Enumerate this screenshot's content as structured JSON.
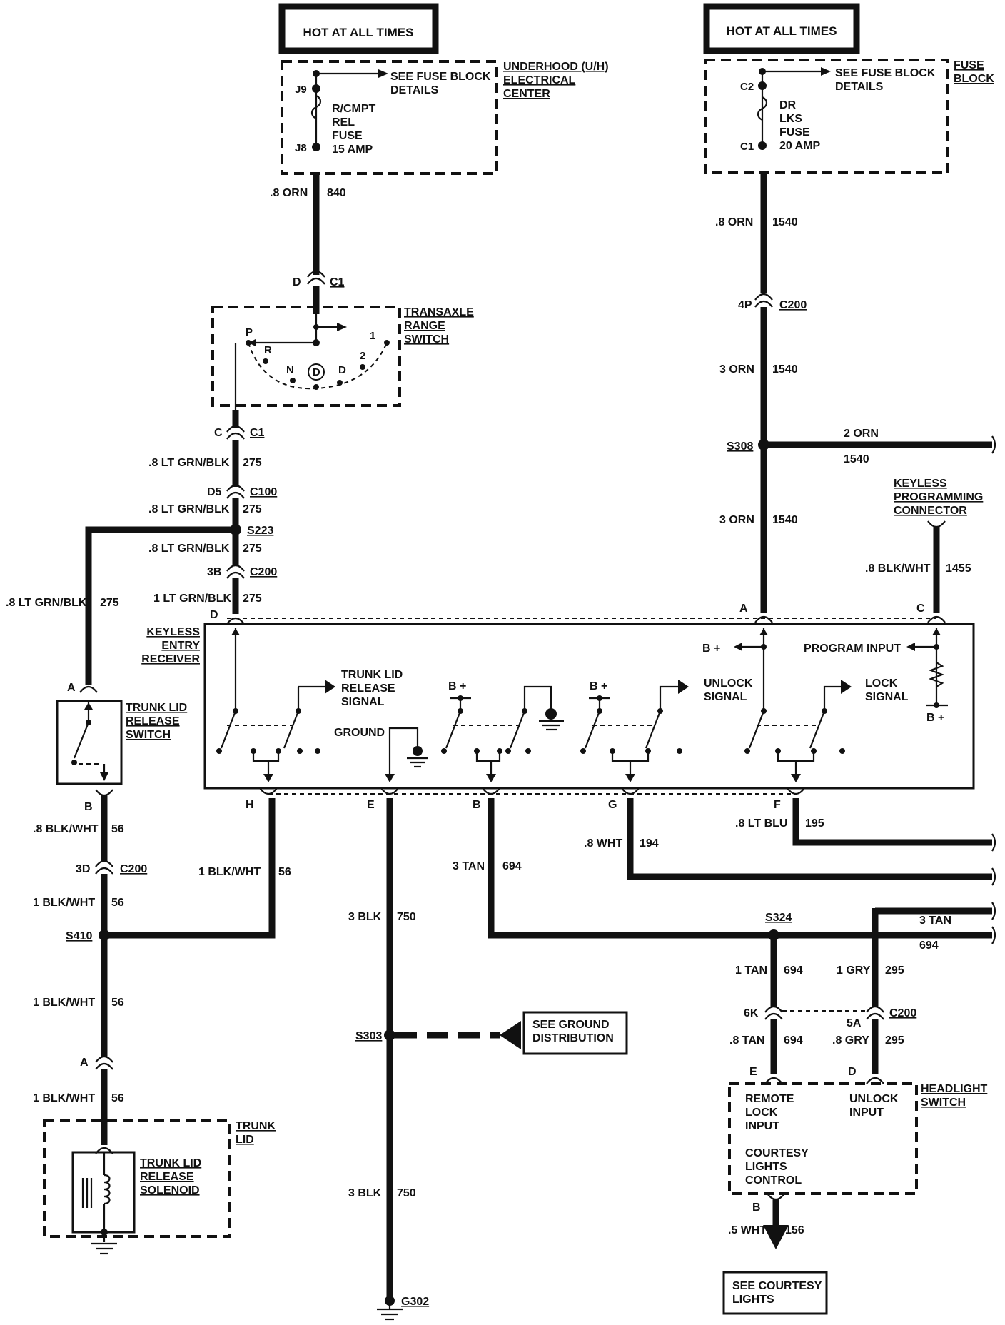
{
  "hot_boxes": [
    "HOT AT ALL TIMES",
    "HOT AT ALL TIMES"
  ],
  "uh_center": {
    "name": [
      "UNDERHOOD (U/H)",
      "ELECTRICAL",
      "CENTER"
    ],
    "see": [
      "SEE FUSE BLOCK",
      "DETAILS"
    ],
    "terms": [
      "J9",
      "J8"
    ],
    "fuse": [
      "R/CMPT",
      "REL",
      "FUSE",
      "15 AMP"
    ]
  },
  "fuse_block": {
    "name": [
      "FUSE",
      "BLOCK"
    ],
    "see": [
      "SEE FUSE BLOCK",
      "DETAILS"
    ],
    "terms": [
      "C2",
      "C1"
    ],
    "fuse": [
      "DR",
      "LKS",
      "FUSE",
      "20 AMP"
    ]
  },
  "transaxle": {
    "name": [
      "TRANSAXLE",
      "RANGE",
      "SWITCH"
    ],
    "positions": [
      "P",
      "R",
      "N",
      "D",
      "D",
      "2",
      "1"
    ]
  },
  "receiver": {
    "name": [
      "KEYLESS",
      "ENTRY",
      "RECEIVER"
    ],
    "trunk_signal": [
      "TRUNK LID",
      "RELEASE",
      "SIGNAL"
    ],
    "ground": "GROUND",
    "bplus": [
      "B +",
      "B +",
      "B +",
      "B +"
    ],
    "unlock_signal": [
      "UNLOCK",
      "SIGNAL"
    ],
    "lock_signal": [
      "LOCK",
      "SIGNAL"
    ],
    "program_input": "PROGRAM INPUT"
  },
  "keyless_prog": [
    "KEYLESS",
    "PROGRAMMING",
    "CONNECTOR"
  ],
  "trunk_switch": [
    "TRUNK LID",
    "RELEASE",
    "SWITCH"
  ],
  "trunk_lid": [
    "TRUNK",
    "LID"
  ],
  "solenoid": [
    "TRUNK LID",
    "RELEASE",
    "SOLENOID"
  ],
  "ground_dist": [
    "SEE GROUND",
    "DISTRIBUTION"
  ],
  "headlight": {
    "name": [
      "HEADLIGHT",
      "SWITCH"
    ],
    "remote": [
      "REMOTE",
      "LOCK",
      "INPUT"
    ],
    "unlock": [
      "UNLOCK",
      "INPUT"
    ],
    "courtesy": [
      "COURTESY",
      "LIGHTS",
      "CONTROL"
    ]
  },
  "see_courtesy": [
    "SEE COURTESY",
    "LIGHTS"
  ],
  "wires": {
    "w840": [
      ".8 ORN",
      "840"
    ],
    "w275a": [
      ".8 LT GRN/BLK",
      "275"
    ],
    "w275b": [
      ".8 LT GRN/BLK",
      "275"
    ],
    "w275c": [
      ".8 LT GRN/BLK",
      "275"
    ],
    "w275d": [
      "1 LT GRN/BLK",
      "275"
    ],
    "w275e": [
      ".8 LT GRN/BLK",
      "275"
    ],
    "w1540a": [
      ".8 ORN",
      "1540"
    ],
    "w1540b": [
      "3 ORN",
      "1540"
    ],
    "w1540c": [
      "3 ORN",
      "1540"
    ],
    "w1540d": [
      "2 ORN",
      "1540"
    ],
    "w1455": [
      ".8 BLK/WHT",
      "1455"
    ],
    "w56a": [
      ".8 BLK/WHT",
      "56"
    ],
    "w56b": [
      "1 BLK/WHT",
      "56"
    ],
    "w56c": [
      "1 BLK/WHT",
      "56"
    ],
    "w56d": [
      "1 BLK/WHT",
      "56"
    ],
    "w56e": [
      "1 BLK/WHT",
      "56"
    ],
    "w750a": [
      "3 BLK",
      "750"
    ],
    "w750b": [
      "3 BLK",
      "750"
    ],
    "w694a": [
      "3 TAN",
      "694"
    ],
    "w694b": [
      "3 TAN",
      "694"
    ],
    "w694c": [
      "1 TAN",
      "694"
    ],
    "w694d": [
      ".8 TAN",
      "694"
    ],
    "w194": [
      ".8 WHT",
      "194"
    ],
    "w195": [
      ".8 LT BLU",
      "195"
    ],
    "w295a": [
      "1 GRY",
      "295"
    ],
    "w295b": [
      ".8 GRY",
      "295"
    ],
    "w156": [
      ".5 WHT",
      "156"
    ]
  },
  "connectors": {
    "c1a": [
      "D",
      "C1"
    ],
    "c1b": [
      "C",
      "C1"
    ],
    "c100": [
      "D5",
      "C100"
    ],
    "c200a": [
      "3B",
      "C200"
    ],
    "c200b": [
      "4P",
      "C200"
    ],
    "c200c": [
      "3D",
      "C200"
    ],
    "c200d": [
      "6K",
      "5A",
      "C200"
    ],
    "recv_top": [
      "D",
      "A",
      "C"
    ],
    "recv_bot": [
      "H",
      "E",
      "B",
      "G",
      "F"
    ],
    "ts": [
      "A",
      "B"
    ],
    "sol": "A",
    "hl": [
      "E",
      "D",
      "B"
    ]
  },
  "splices": [
    "S223",
    "S308",
    "S410",
    "S303",
    "S324"
  ],
  "ground_label": "G302"
}
